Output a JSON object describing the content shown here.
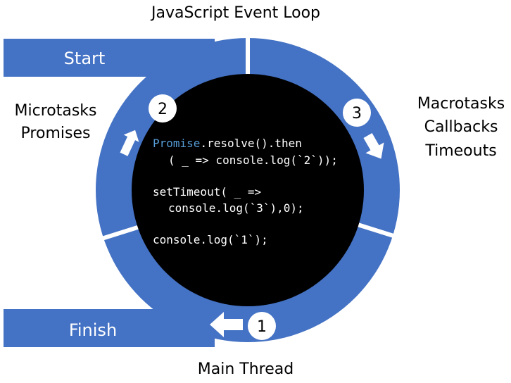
{
  "title": "JavaScript Event Loop",
  "start_label": "Start",
  "finish_label": "Finish",
  "microtasks": {
    "line1": "Microtasks",
    "line2": "Promises",
    "step": "2"
  },
  "macrotasks": {
    "line1": "Macrotasks",
    "line2": "Callbacks",
    "line3": "Timeouts",
    "step": "3"
  },
  "main_thread": {
    "label": "Main Thread",
    "step": "1"
  },
  "code": {
    "line1_keyword": "Promise",
    "line1_rest": ".resolve().then",
    "line2": "( _ => console.log(`2`));",
    "line3": "setTimeout( _ =>",
    "line4": "console.log(`3`),0);",
    "line5": "console.log(`1`);"
  },
  "colors": {
    "ring": "#4472c4",
    "center": "#000000",
    "code_text": "#ffffff",
    "keyword": "#569cd6",
    "badge": "#ffffff",
    "label_text": "#000000"
  }
}
